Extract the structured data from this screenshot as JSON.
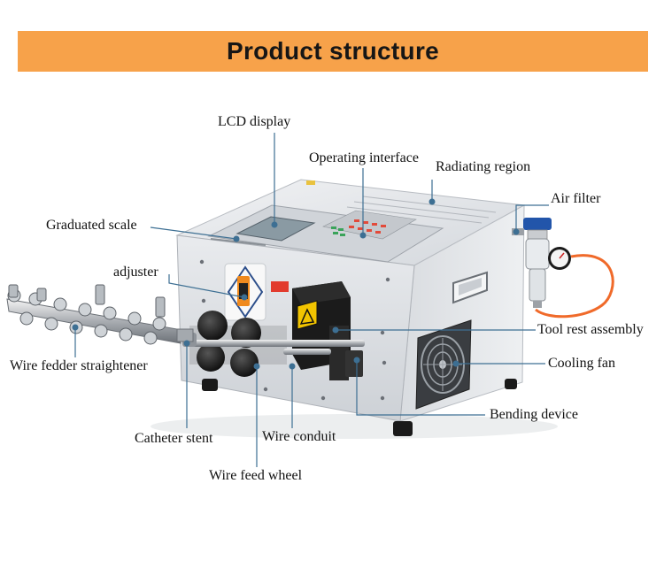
{
  "banner": {
    "title": "Product structure"
  },
  "colors": {
    "banner": "#f7a24a",
    "leader_line": "#3d6f93",
    "machine_body": "#dfe2e6",
    "air_hose": "#f06a2a"
  },
  "labels": {
    "lcd_display": "LCD display",
    "operating_interface": "Operating interface",
    "radiating_region": "Radiating region",
    "air_filter": "Air filter",
    "graduated_scale": "Graduated scale",
    "adjuster": "adjuster",
    "tool_rest_assembly": "Tool rest assembly",
    "wire_fedder_straightener": "Wire fedder straightener",
    "cooling_fan": "Cooling fan",
    "bending_device": "Bending device",
    "catheter_stent": "Catheter stent",
    "wire_conduit": "Wire conduit",
    "wire_feed_wheel": "Wire feed wheel"
  }
}
